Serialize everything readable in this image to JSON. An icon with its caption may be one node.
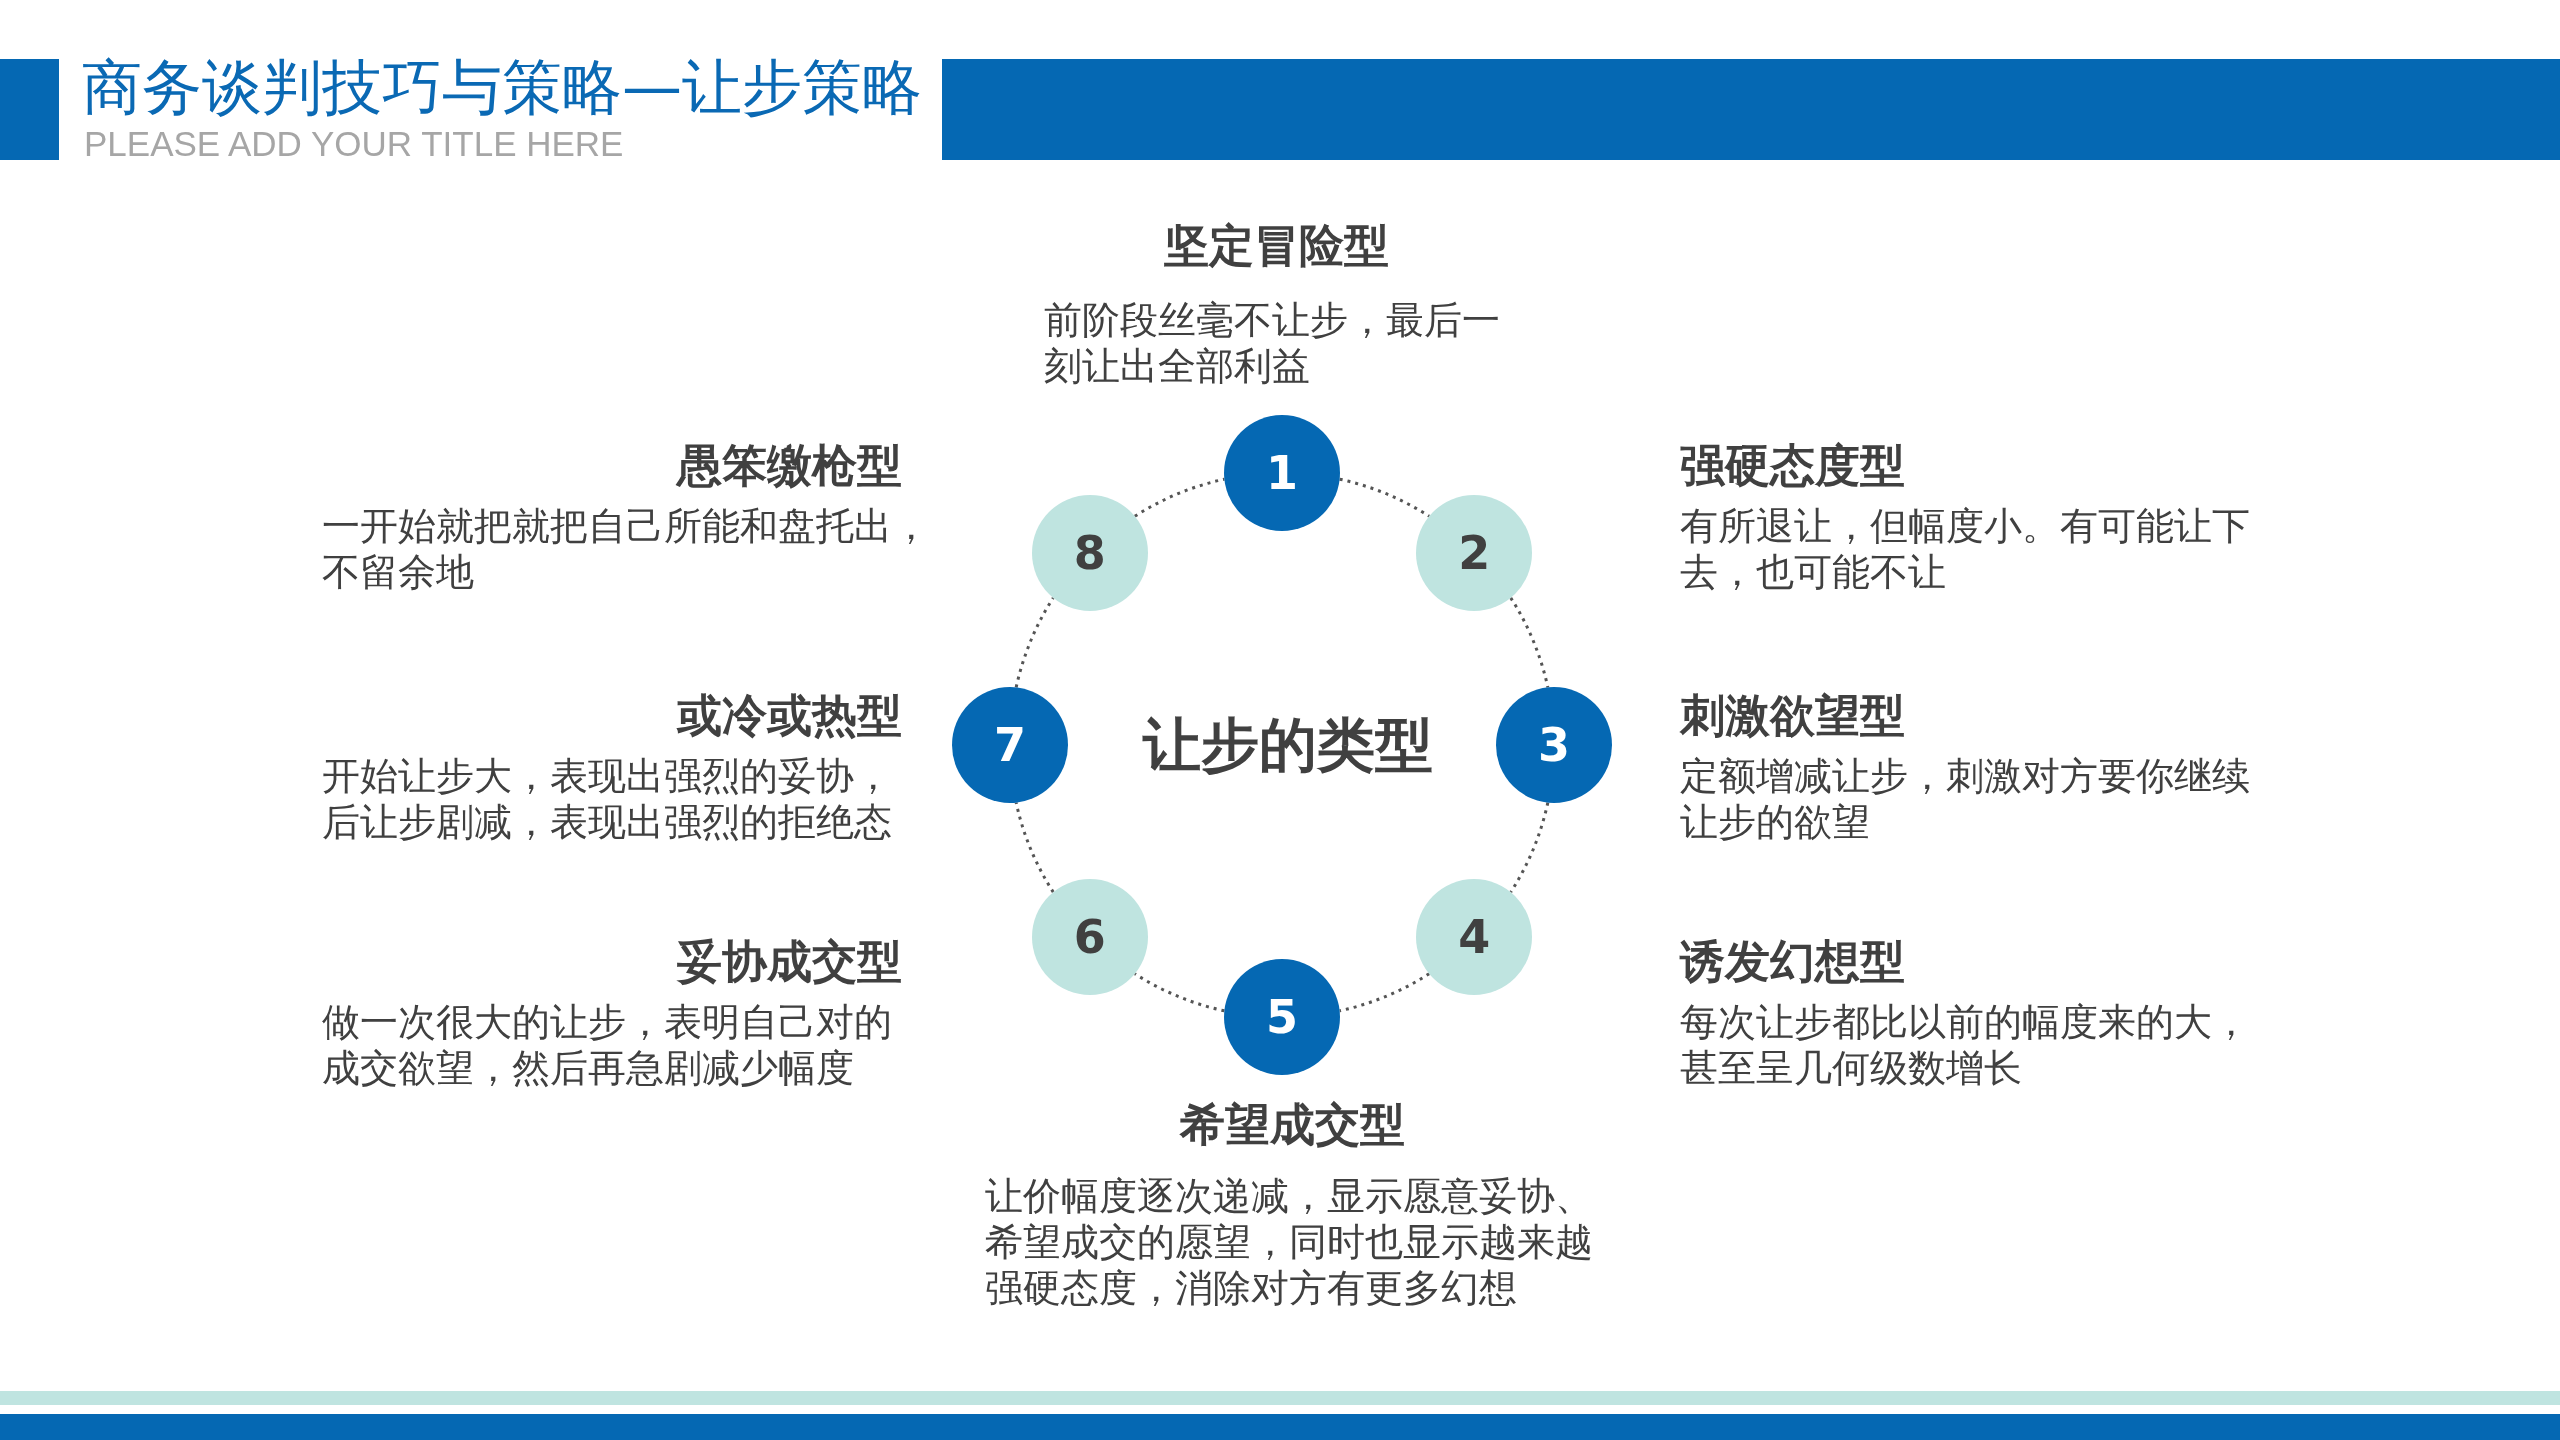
{
  "diagram": {
    "title": "商务谈判技巧与策略—让步策略",
    "nodes": [
      {
        "text": [
          "1"
        ],
        "beside": [
          "坚定冒险型",
          "前阶段丝毫不让步，最后一刻让出全部利益"
        ]
      },
      {
        "text": [
          "2"
        ],
        "beside": [
          "强硬态度型",
          "有所退让，但幅度小。有可能让下去，也可能不让"
        ]
      },
      {
        "text": [
          "3"
        ],
        "beside": [
          "刺激欲望型",
          "定额增减让步，刺激对方要你继续让步的欲望"
        ]
      },
      {
        "text": [
          "4"
        ],
        "beside": [
          "诱发幻想型",
          "每次让步都比以前的幅度来的大，甚至呈几何级数增长"
        ]
      },
      {
        "text": [
          "5"
        ],
        "beside": [
          "希望成交型",
          "让价幅度逐次递减，显示愿意妥协、希望成交的愿望，同时也显示越来越强硬态度，消除对方有更多幻想"
        ]
      },
      {
        "text": [
          "6"
        ],
        "beside": [
          "妥协成交型",
          "做一次很大的让步，表明自己对的成交欲望，然后再急剧减少幅度"
        ]
      },
      {
        "text": [
          "7"
        ],
        "beside": [
          "或冷或热型",
          "开始让步大，表现出强烈的妥协，后让步剧减，表现出强烈的拒绝态"
        ]
      },
      {
        "text": [
          "8"
        ],
        "beside": [
          "愚笨缴枪型",
          "一开始就把就把自己所能和盘托出，不留余地"
        ]
      }
    ],
    "edges": [
      {
        "from": 0,
        "to": 1,
        "arrow": "none",
        "style": "dashed"
      },
      {
        "from": 1,
        "to": 2,
        "arrow": "none",
        "style": "dashed"
      },
      {
        "from": 2,
        "to": 3,
        "arrow": "none",
        "style": "dashed"
      },
      {
        "from": 3,
        "to": 4,
        "arrow": "none",
        "style": "dashed"
      },
      {
        "from": 4,
        "to": 5,
        "arrow": "none",
        "style": "dashed"
      },
      {
        "from": 5,
        "to": 6,
        "arrow": "none",
        "style": "dashed"
      },
      {
        "from": 6,
        "to": 7,
        "arrow": "none",
        "style": "dashed"
      },
      {
        "from": 7,
        "to": 0,
        "arrow": "none",
        "style": "dashed"
      }
    ],
    "labels": [
      "PLEASE ADD YOUR TITLE HERE",
      "让步的类型"
    ]
  }
}
